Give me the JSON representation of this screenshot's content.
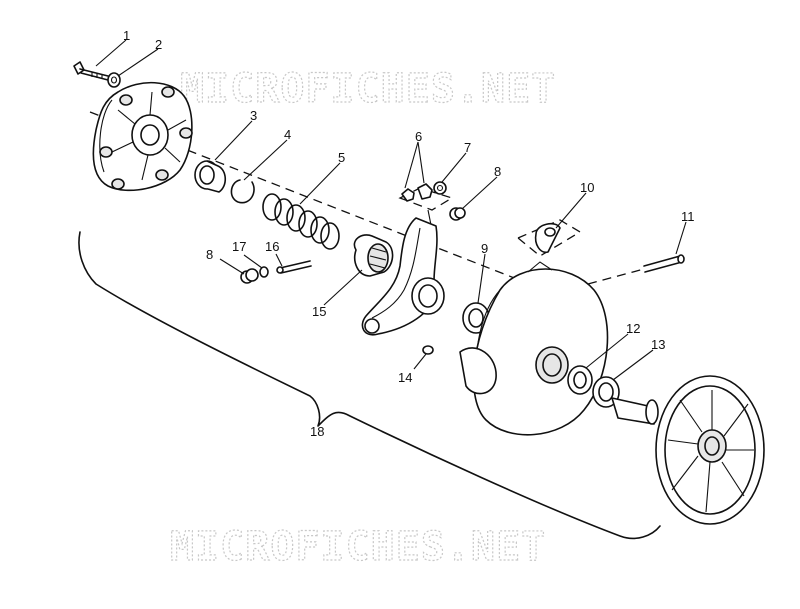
{
  "diagram": {
    "watermark_text": "MICROFICHES.NET",
    "callouts": [
      {
        "id": "1",
        "text": "1"
      },
      {
        "id": "2",
        "text": "2"
      },
      {
        "id": "3",
        "text": "3"
      },
      {
        "id": "4",
        "text": "4"
      },
      {
        "id": "5",
        "text": "5"
      },
      {
        "id": "6",
        "text": "6"
      },
      {
        "id": "7",
        "text": "7"
      },
      {
        "id": "8a",
        "text": "8"
      },
      {
        "id": "8b",
        "text": "8"
      },
      {
        "id": "9",
        "text": "9"
      },
      {
        "id": "10",
        "text": "10"
      },
      {
        "id": "11",
        "text": "11"
      },
      {
        "id": "12",
        "text": "12"
      },
      {
        "id": "13",
        "text": "13"
      },
      {
        "id": "14",
        "text": "14"
      },
      {
        "id": "15",
        "text": "15"
      },
      {
        "id": "16",
        "text": "16"
      },
      {
        "id": "17",
        "text": "17"
      },
      {
        "id": "18",
        "text": "18"
      }
    ]
  }
}
